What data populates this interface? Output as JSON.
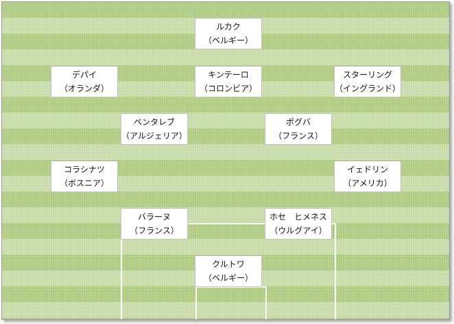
{
  "players": [
    {
      "id": "lukaku",
      "name": "ルカク",
      "country": "（ベルギー）"
    },
    {
      "id": "depay",
      "name": "デパイ",
      "country": "（オランダ）"
    },
    {
      "id": "quintero",
      "name": "キンテーロ",
      "country": "（コロンビア）"
    },
    {
      "id": "sterling",
      "name": "スターリング",
      "country": "（イングランド）"
    },
    {
      "id": "bentaleb",
      "name": "ベンタレブ",
      "country": "（アルジェリア）"
    },
    {
      "id": "pogba",
      "name": "ポグバ",
      "country": "（フランス）"
    },
    {
      "id": "kolasinac",
      "name": "コラシナツ",
      "country": "（ボスニア）"
    },
    {
      "id": "yedlin",
      "name": "イェドリン",
      "country": "（アメリカ）"
    },
    {
      "id": "varane",
      "name": "バラーヌ",
      "country": "（フランス）"
    },
    {
      "id": "gimenez",
      "name": "ホセ　ヒメネス",
      "country": "（ウルグアイ）"
    },
    {
      "id": "courtois",
      "name": "クルトワ",
      "country": "（ベルギー）"
    }
  ],
  "colors": {
    "pitch": "#aecb80",
    "stripe": "#c4d9a2",
    "line": "#ffffff",
    "box_border": "#bfbfbf"
  }
}
